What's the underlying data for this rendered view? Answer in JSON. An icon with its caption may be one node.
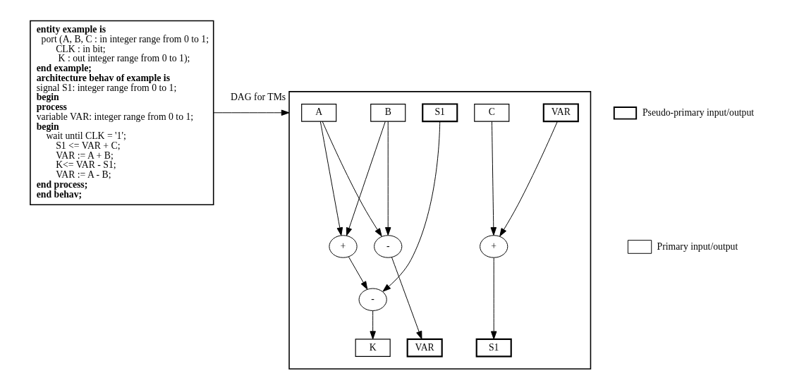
{
  "diagram": {
    "nodes": [
      {
        "text": [
          "entity example is",
          "port (A, B, C : in integer range from 0 to 1;",
          "CLK : in bit;",
          "K : out integer range from 0 to 1);",
          "end example;",
          "architecture behav of example is",
          "signal S1: integer range from 0 to 1;",
          "begin",
          "process",
          "variable VAR: integer range from 0 to 1;",
          "begin",
          "wait until CLK = '1';",
          "S1 <= VAR + C;",
          "VAR := A + B;",
          "K<= VAR - S1;",
          "VAR := A - B;",
          "end process;",
          "end behav;"
        ]
      },
      {
        "text": [],
        "shape": "box"
      },
      {
        "text": [
          "A"
        ],
        "in": 1
      },
      {
        "text": [
          "B"
        ],
        "in": 1
      },
      {
        "text": [
          "C"
        ],
        "in": 1
      },
      {
        "text": [
          "VAR"
        ],
        "in": 1
      },
      {
        "text": [
          "S1"
        ],
        "in": 1
      },
      {
        "text": [
          "-"
        ],
        "in": 1
      },
      {
        "text": [
          "+"
        ],
        "in": 1
      },
      {
        "text": [
          "+"
        ],
        "in": 1
      },
      {
        "text": [
          "-"
        ],
        "in": 1
      },
      {
        "text": [
          "VAR"
        ],
        "in": 1
      },
      {
        "text": [
          "S1"
        ],
        "in": 1
      },
      {
        "text": [
          "K"
        ],
        "in": 1
      }
    ],
    "edges": [
      {
        "from": 0,
        "to": 1,
        "arrow": "to",
        "label": "DAG for TMs"
      },
      {
        "from": 2,
        "to": 7,
        "arrow": "to"
      },
      {
        "from": 3,
        "to": 7,
        "arrow": "to"
      },
      {
        "from": 2,
        "to": 9,
        "arrow": "to"
      },
      {
        "from": 3,
        "to": 9,
        "arrow": "to"
      },
      {
        "from": 4,
        "to": 8,
        "arrow": "to"
      },
      {
        "from": 5,
        "to": 8,
        "arrow": "to"
      },
      {
        "from": 9,
        "to": 10,
        "arrow": "to"
      },
      {
        "from": 6,
        "to": 10,
        "arrow": "to"
      },
      {
        "from": 7,
        "to": 11,
        "arrow": "to"
      },
      {
        "from": 8,
        "to": 12,
        "arrow": "to"
      },
      {
        "from": 10,
        "to": 13,
        "arrow": "to"
      }
    ],
    "legend": [
      {
        "text": "Pseudo-primary input/output"
      },
      {
        "text": "Primary input/output"
      }
    ]
  }
}
